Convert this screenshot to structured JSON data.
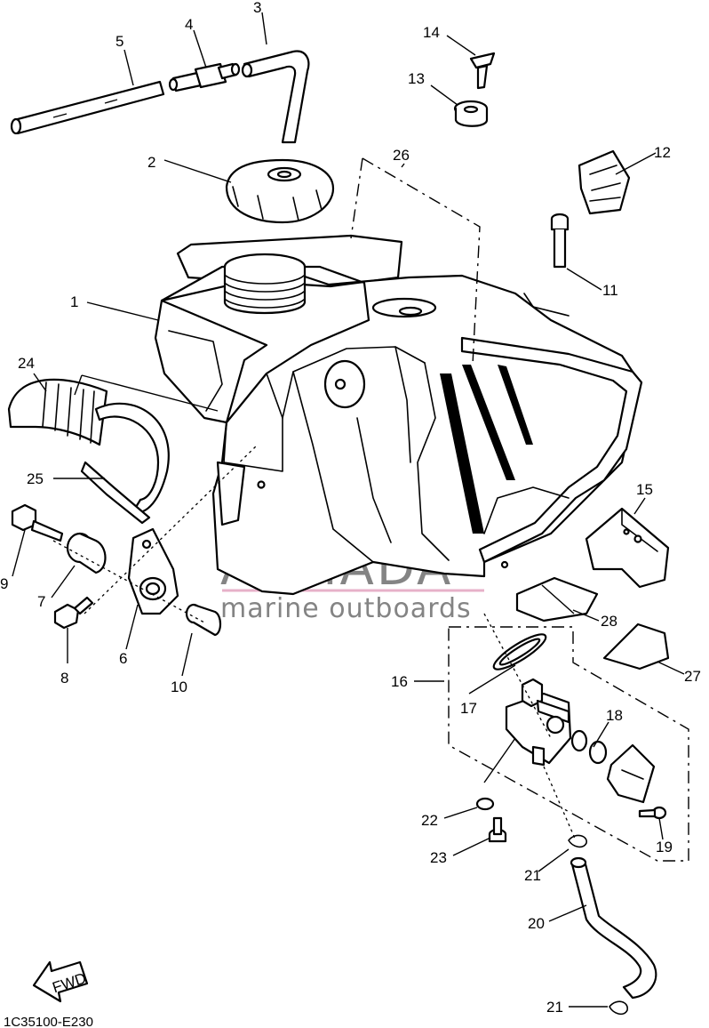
{
  "diagram": {
    "code": "1C35100-E230",
    "fwd_label": "FWD",
    "callouts": [
      "1",
      "2",
      "3",
      "4",
      "5",
      "6",
      "7",
      "8",
      "9",
      "10",
      "11",
      "12",
      "13",
      "14",
      "15",
      "16",
      "17",
      "18",
      "19",
      "20",
      "21",
      "21",
      "22",
      "23",
      "24",
      "25",
      "26",
      "27",
      "28"
    ]
  },
  "watermark": {
    "brand": "ARMADA",
    "tagline": "marine outboards",
    "color": "#e19fbd"
  }
}
